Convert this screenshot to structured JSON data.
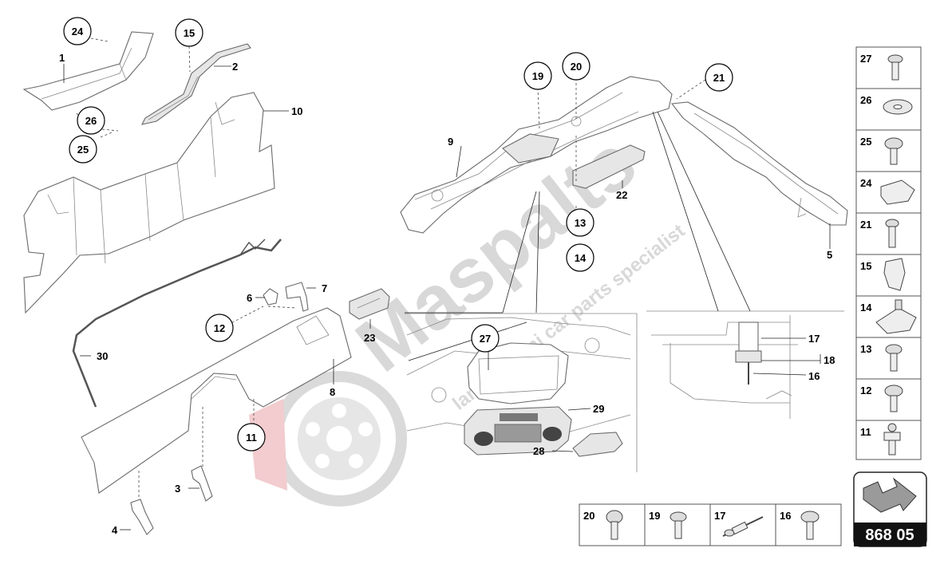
{
  "catalog_code": "868 05",
  "watermark": {
    "brand": "Maspalts",
    "tagline": "lamborghini car parts specialist"
  },
  "callouts": {
    "c24": "24",
    "c15": "15",
    "c26": "26",
    "c25": "25",
    "c19": "19",
    "c20": "20",
    "c21": "21",
    "c13": "13",
    "c14": "14",
    "c12": "12",
    "c27": "27",
    "c11": "11"
  },
  "labels": {
    "l1": "1",
    "l2": "2",
    "l10": "10",
    "l9": "9",
    "l22": "22",
    "l5": "5",
    "l6": "6",
    "l7": "7",
    "l23": "23",
    "l30": "30",
    "l8": "8",
    "l29": "29",
    "l28": "28",
    "l3": "3",
    "l4": "4",
    "l17": "17",
    "l18": "18",
    "l16": "16"
  },
  "hardware_column": [
    "27",
    "26",
    "25",
    "24",
    "21",
    "15",
    "14",
    "13",
    "12",
    "11"
  ],
  "hardware_row": [
    "20",
    "19",
    "17",
    "16"
  ]
}
